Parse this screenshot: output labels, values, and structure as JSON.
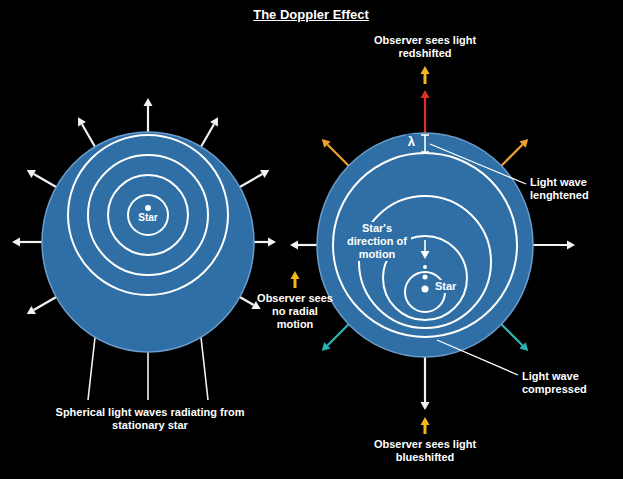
{
  "diagram": {
    "title": "The Doppler Effect",
    "nodes": [
      {
        "text": [
          "Star"
        ]
      },
      {
        "text": [
          "λ",
          "Star's direction of motion",
          "Star"
        ]
      }
    ],
    "labels": [
      "Spherical light waves radiating from stationary star",
      "Observer sees no radial motion",
      "Observer sees light redshifted",
      "Light wave lenghtened",
      "Light wave compressed",
      "Observer sees light blueshifted"
    ]
  }
}
